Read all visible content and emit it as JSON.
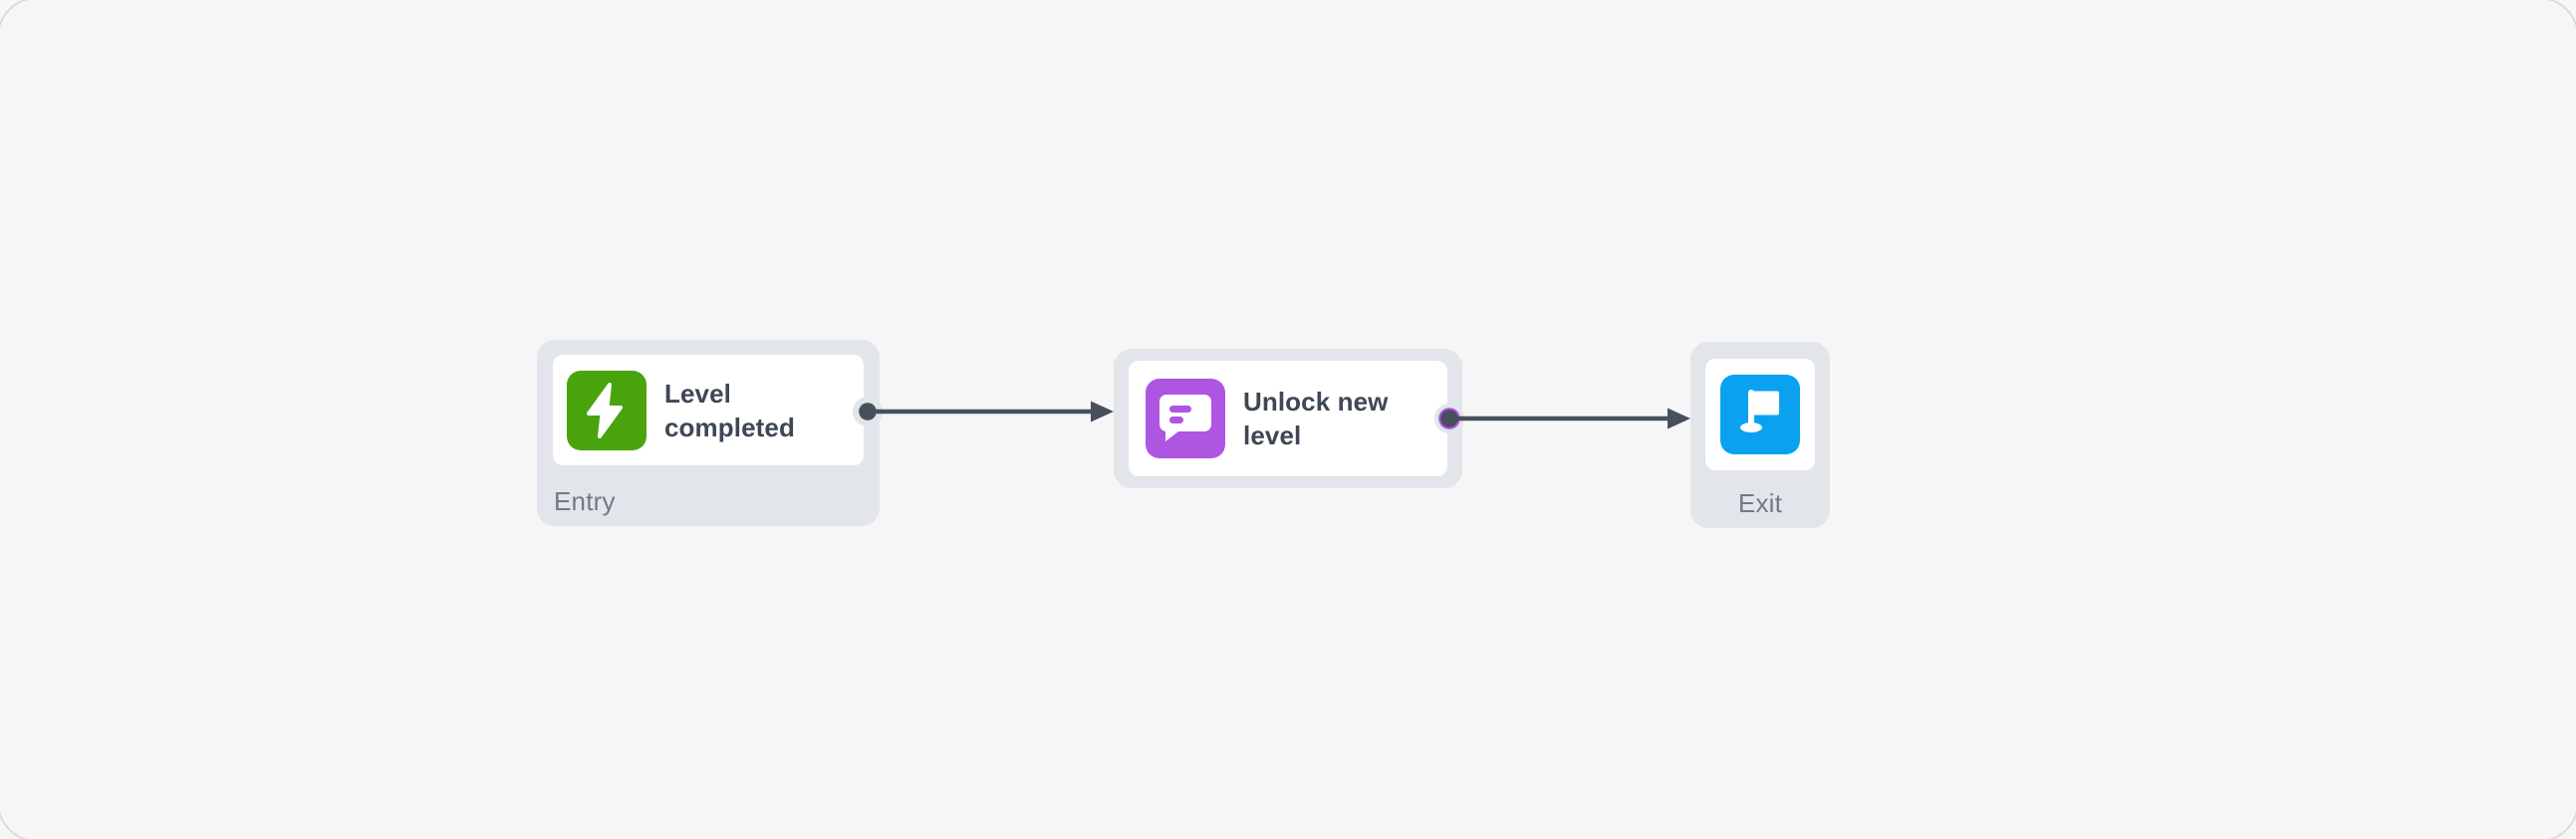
{
  "flow": {
    "nodes": [
      {
        "type": "entry",
        "title": "Level completed",
        "label": "Entry",
        "icon": "lightning-bolt-icon",
        "accent": "#49A30D"
      },
      {
        "type": "action",
        "title": "Unlock new level",
        "icon": "chat-message-icon",
        "accent": "#AE55E2"
      },
      {
        "type": "exit",
        "label": "Exit",
        "icon": "flag-icon",
        "accent": "#0AA1F0"
      }
    ],
    "connectors": [
      {
        "from": "entry",
        "to": "action"
      },
      {
        "from": "action",
        "to": "exit"
      }
    ]
  },
  "colors": {
    "canvas_bg": "#F6F6F7",
    "canvas_border": "#D9DBE2",
    "node_bg": "#E2E5EA",
    "card_bg": "#FFFFFF",
    "title_text": "#3E4754",
    "label_text": "#6F7987",
    "connector": "#474F5D",
    "entry_accent": "#49A30D",
    "action_accent": "#AE55E2",
    "exit_accent": "#0AA1F0"
  }
}
